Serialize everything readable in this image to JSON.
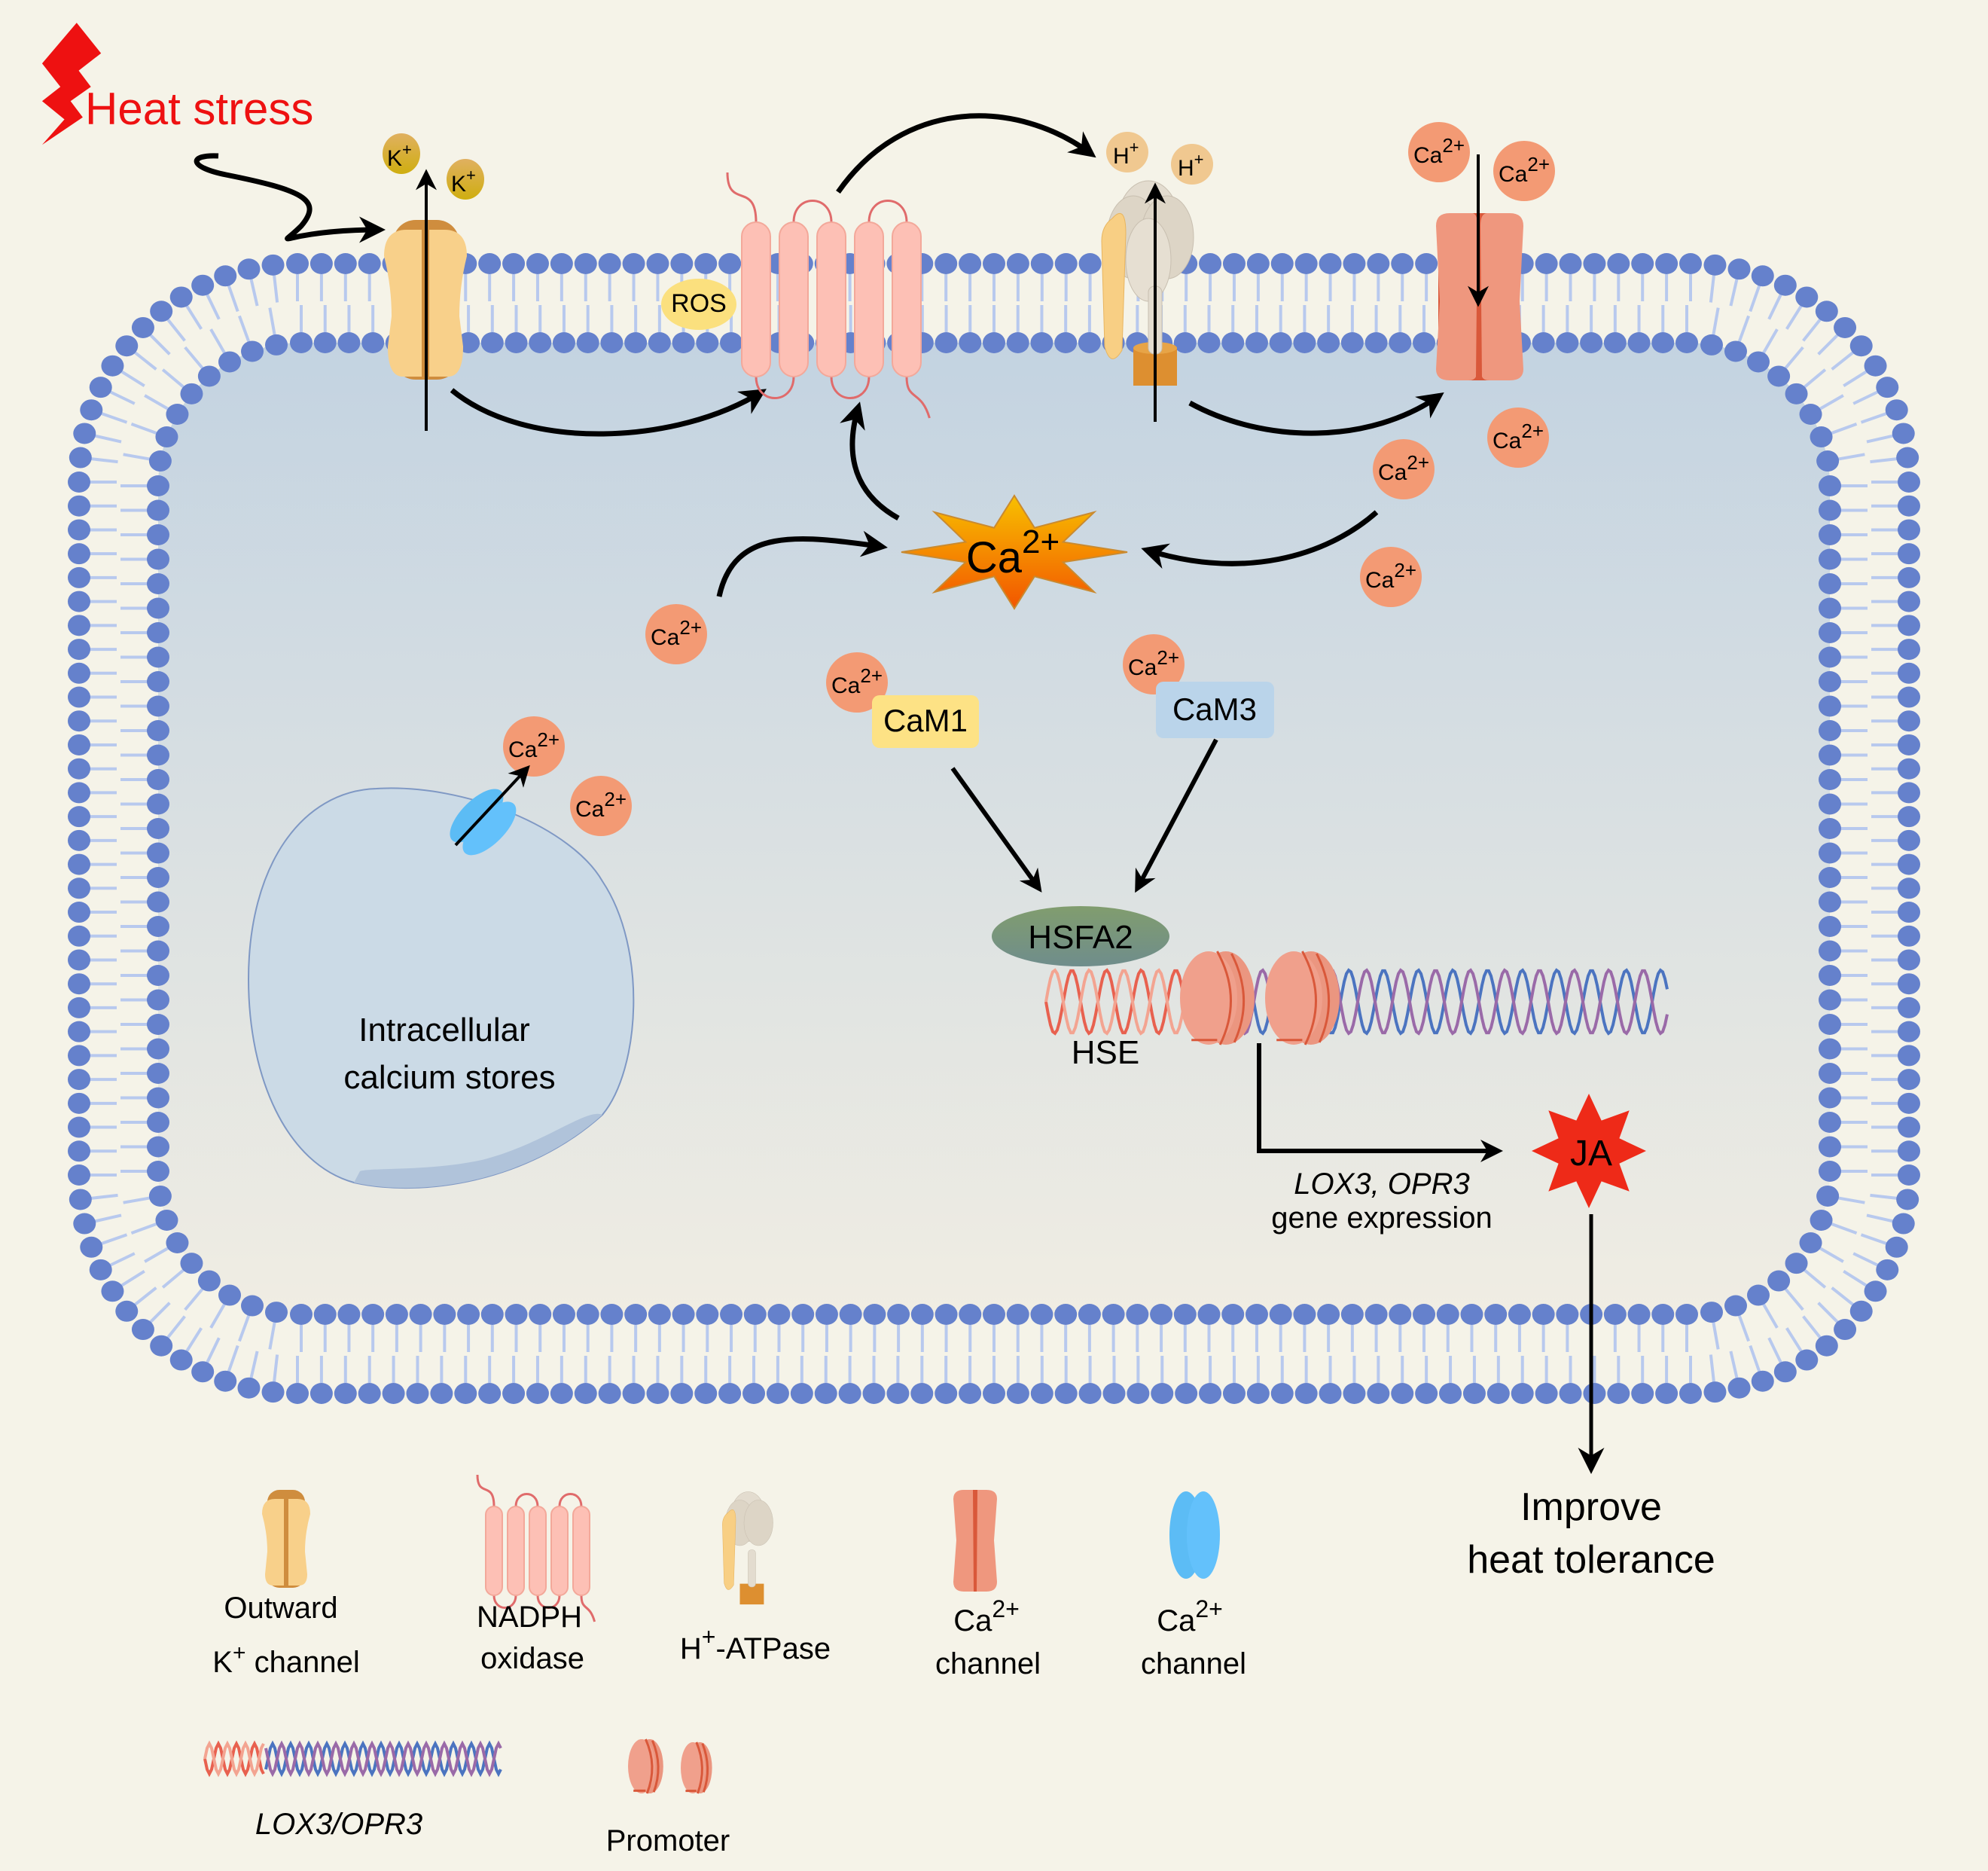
{
  "title": "Heat stress signaling pathway: Ca2+ / CaM / HSFA2 / JA",
  "colors": {
    "background": "#f5f3e8",
    "stress_red": "#ee1111",
    "membrane_head": "#6581cc",
    "membrane_tail": "#b8c9ee",
    "cytoplasm_top": "#c3d3e1",
    "cytoplasm_bottom": "#f0ede3",
    "ca_ion": "#f39a74",
    "k_ion": "#d4ac2a",
    "h_ion": "#f0c890",
    "ros": "#fbe07e",
    "cam1": "#fde285",
    "cam3": "#bad4ea",
    "hsfa2": "#7a9a7a",
    "ja": "#ee2a18",
    "ca_star_top": "#f8c000",
    "ca_star_bottom": "#f25500"
  },
  "stimulus": {
    "label": "Heat stress",
    "icon": "lightning-bolt-icon"
  },
  "ions": {
    "k": "K",
    "k_charge": "+",
    "h": "H",
    "h_charge": "+",
    "ca": "Ca",
    "ca_charge": "2+"
  },
  "ros_label": "ROS",
  "central_signal": {
    "base": "Ca",
    "charge": "2+"
  },
  "cam1_label": "CaM1",
  "cam3_label": "CaM3",
  "hsfa2_label": "HSFA2",
  "hse_label": "HSE",
  "store_label": [
    "Intracellular",
    "calcium stores"
  ],
  "gene_label": {
    "genes": "LOX3, OPR3",
    "suffix": "gene expression"
  },
  "ja_label": "JA",
  "outcome_label": [
    "Improve",
    "heat tolerance"
  ],
  "legend": {
    "items": [
      {
        "name": "outward-k-channel",
        "line1": "Outward",
        "line2_base": "K",
        "line2_sup": "+",
        "line2_rest": " channel"
      },
      {
        "name": "nadph-oxidase",
        "line1": "NADPH",
        "line2": "oxidase"
      },
      {
        "name": "h-atpase",
        "base": "H",
        "sup": "+",
        "rest": "-ATPase"
      },
      {
        "name": "ca-channel-plasma",
        "line1_base": "Ca",
        "line1_sup": "2+",
        "line2": "channel"
      },
      {
        "name": "ca-channel-store",
        "line1_base": "Ca",
        "line1_sup": "2+",
        "line2": "channel"
      },
      {
        "name": "gene",
        "label": "LOX3/OPR3"
      },
      {
        "name": "promoter",
        "label": "Promoter"
      }
    ]
  }
}
